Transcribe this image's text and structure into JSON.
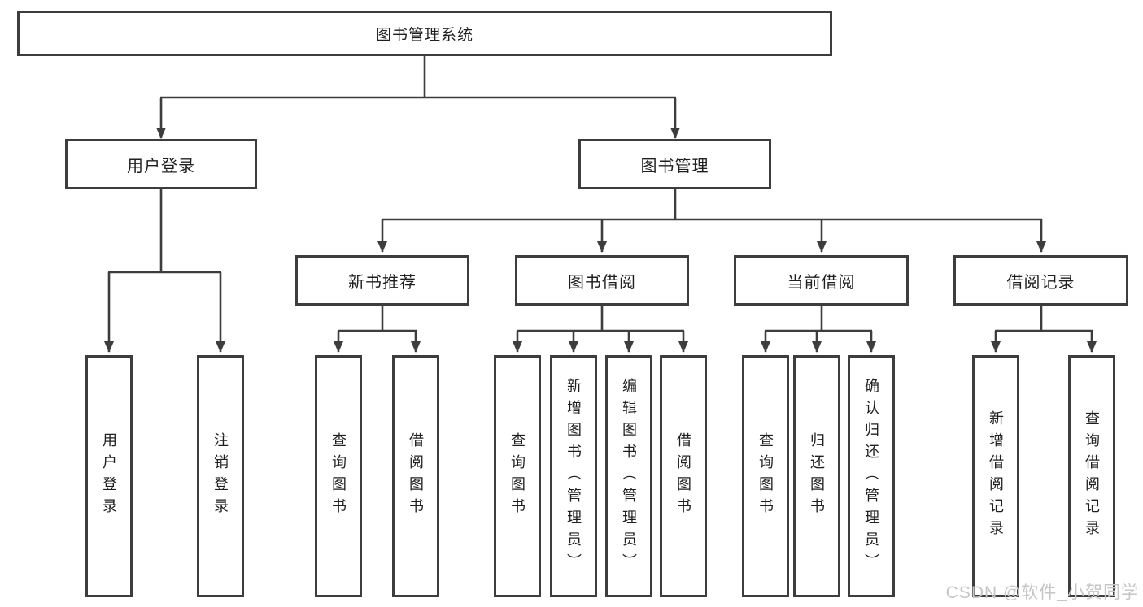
{
  "diagram": {
    "root": {
      "label": "图书管理系统"
    },
    "branches": [
      {
        "label": "用户登录",
        "children": [
          {
            "label": "用户登录"
          },
          {
            "label": "注销登录"
          }
        ]
      },
      {
        "label": "图书管理",
        "children": [
          {
            "label": "新书推荐",
            "children": [
              {
                "label": "查询图书"
              },
              {
                "label": "借阅图书"
              }
            ]
          },
          {
            "label": "图书借阅",
            "children": [
              {
                "label": "查询图书"
              },
              {
                "label": "新增图书（管理员）"
              },
              {
                "label": "编辑图书（管理员）"
              },
              {
                "label": "借阅图书"
              }
            ]
          },
          {
            "label": "当前借阅",
            "children": [
              {
                "label": "查询图书"
              },
              {
                "label": "归还图书"
              },
              {
                "label": "确认归还（管理员）"
              }
            ]
          },
          {
            "label": "借阅记录",
            "children": [
              {
                "label": "新增借阅记录"
              },
              {
                "label": "查询借阅记录"
              }
            ]
          }
        ]
      }
    ]
  },
  "watermark": {
    "text": "CSDN @软件_小贺同学"
  },
  "colors": {
    "line": "#3d3d3d",
    "text": "#1f1f1f",
    "watermark": "#c6c6c6",
    "boxbg": "#ffffff",
    "bg": "#ffffff"
  }
}
